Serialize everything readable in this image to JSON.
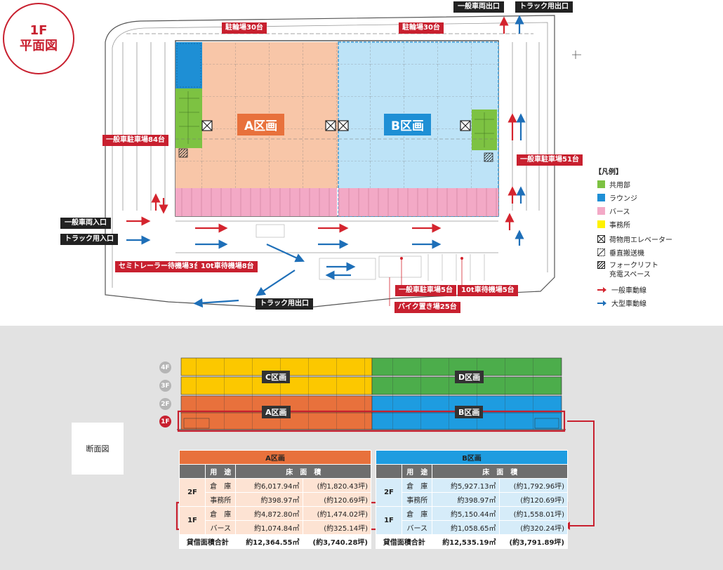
{
  "title": {
    "line1": "1F",
    "line2": "平面図"
  },
  "zones": {
    "a": "A区画",
    "b": "B区画"
  },
  "labels": {
    "bicycle_a": "駐輪場30台",
    "bicycle_b": "駐輪場30台",
    "car_exit": "一般車両出口",
    "truck_exit_top": "トラック用出口",
    "parking_84": "一般車駐車場84台",
    "parking_51": "一般車駐車場51台",
    "car_entry": "一般車両入口",
    "truck_entry": "トラック用入口",
    "semitrailer": "セミトレーラー待機場3台",
    "truck10t_8": "10t車待機場8台",
    "parking_5": "一般車駐車場5台",
    "truck10t_5": "10t車待機場5台",
    "bike_25": "バイク置き場25台",
    "truck_exit_bottom": "トラック用出口"
  },
  "legend": {
    "title": "【凡例】",
    "items": [
      {
        "label": "共用部",
        "color": "#7dc242"
      },
      {
        "label": "ラウンジ",
        "color": "#1e8fd5"
      },
      {
        "label": "バース",
        "color": "#f3a9c6"
      },
      {
        "label": "事務所",
        "color": "#fff200"
      }
    ],
    "elevator": "荷物用エレベーター",
    "vertical": "垂直搬送機",
    "forklift_1": "フォークリフト",
    "forklift_2": "充電スペース",
    "car_line": "一般車動線",
    "truck_line": "大型車動線"
  },
  "colors": {
    "red": "#d4242e",
    "blue": "#1e6fb8",
    "zone_a": "#f8c6a8",
    "zone_b": "#bde3f7"
  },
  "section": {
    "title": "断面図",
    "floors": [
      "4F",
      "3F",
      "2F",
      "1F"
    ],
    "zones": {
      "c": "C区画",
      "d": "D区画",
      "a": "A区画",
      "b": "B区画"
    }
  },
  "table_a": {
    "header": "A区画",
    "col_use": "用　途",
    "col_area": "床　面　積",
    "floor_2": "2F",
    "floor_1": "1F",
    "rows": [
      {
        "use": "倉　庫",
        "area": "約6,017.94㎡",
        "tsubo": "(約1,820.43坪)"
      },
      {
        "use": "事務所",
        "area": "約398.97㎡",
        "tsubo": "(約120.69坪)"
      },
      {
        "use": "倉　庫",
        "area": "約4,872.80㎡",
        "tsubo": "(約1,474.02坪)"
      },
      {
        "use": "バース",
        "area": "約1,074.84㎡",
        "tsubo": "(約325.14坪)"
      }
    ],
    "total_label": "貸借面積合計",
    "total_area": "約12,364.55㎡",
    "total_tsubo": "(約3,740.28坪)"
  },
  "table_b": {
    "header": "B区画",
    "col_use": "用　途",
    "col_area": "床　面　積",
    "floor_2": "2F",
    "floor_1": "1F",
    "rows": [
      {
        "use": "倉　庫",
        "area": "約5,927.13㎡",
        "tsubo": "(約1,792.96坪)"
      },
      {
        "use": "事務所",
        "area": "約398.97㎡",
        "tsubo": "(約120.69坪)"
      },
      {
        "use": "倉　庫",
        "area": "約5,150.44㎡",
        "tsubo": "(約1,558.01坪)"
      },
      {
        "use": "バース",
        "area": "約1,058.65㎡",
        "tsubo": "(約320.24坪)"
      }
    ],
    "total_label": "貸借面積合計",
    "total_area": "約12,535.19㎡",
    "total_tsubo": "(約3,791.89坪)"
  }
}
